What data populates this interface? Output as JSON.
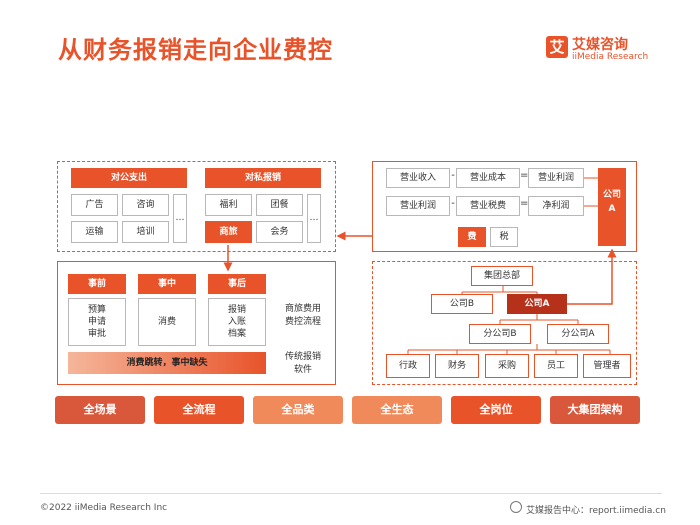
{
  "header": {
    "title": "从财务报销走向企业费控"
  },
  "logo": {
    "cn": "艾媒咨询",
    "en": "iiMedia Research",
    "mark": "艾"
  },
  "public_expense": {
    "title": "对公支出",
    "items": [
      "广告",
      "咨询",
      "运输",
      "培训"
    ],
    "more": "…"
  },
  "private_expense": {
    "title": "对私报销",
    "items": [
      "福利",
      "团餐",
      "商旅",
      "会务"
    ],
    "more": "…"
  },
  "process": {
    "stages": [
      "事前",
      "事中",
      "事后"
    ],
    "details": [
      [
        "预算",
        "申请",
        "审批"
      ],
      [
        "消费"
      ],
      [
        "报销",
        "入账",
        "档案"
      ]
    ],
    "side_label_1": [
      "商旅费用",
      "费控流程"
    ],
    "bar_label": "消费跳转，事中缺失",
    "side_label_2": [
      "传统报销",
      "软件"
    ]
  },
  "profit": {
    "row1": [
      "营业收入",
      "-",
      "营业成本",
      "=",
      "营业利润"
    ],
    "row2": [
      "营业利润",
      "-",
      "营业税费",
      "=",
      "净利润"
    ],
    "fee": "费",
    "tax": "税",
    "company_a": [
      "公司",
      "A"
    ]
  },
  "org": {
    "hq": "集团总部",
    "company_b": "公司B",
    "company_a": "公司A",
    "branch_b": "分公司B",
    "branch_a": "分公司A",
    "departments": [
      "行政",
      "财务",
      "采购",
      "员工",
      "管理者"
    ]
  },
  "bottom_tags": [
    "全场景",
    "全流程",
    "全品类",
    "全生态",
    "全岗位",
    "大集团架构"
  ],
  "colors": {
    "accent": "#e8532a",
    "tag_colors": [
      "#d9573a",
      "#e8532a",
      "#f08a5a",
      "#f08a5a",
      "#e8532a",
      "#d9573a"
    ]
  },
  "footer": {
    "left": "©2022  iiMedia Research  Inc",
    "right": "艾媒报告中心：report.iimedia.cn"
  }
}
